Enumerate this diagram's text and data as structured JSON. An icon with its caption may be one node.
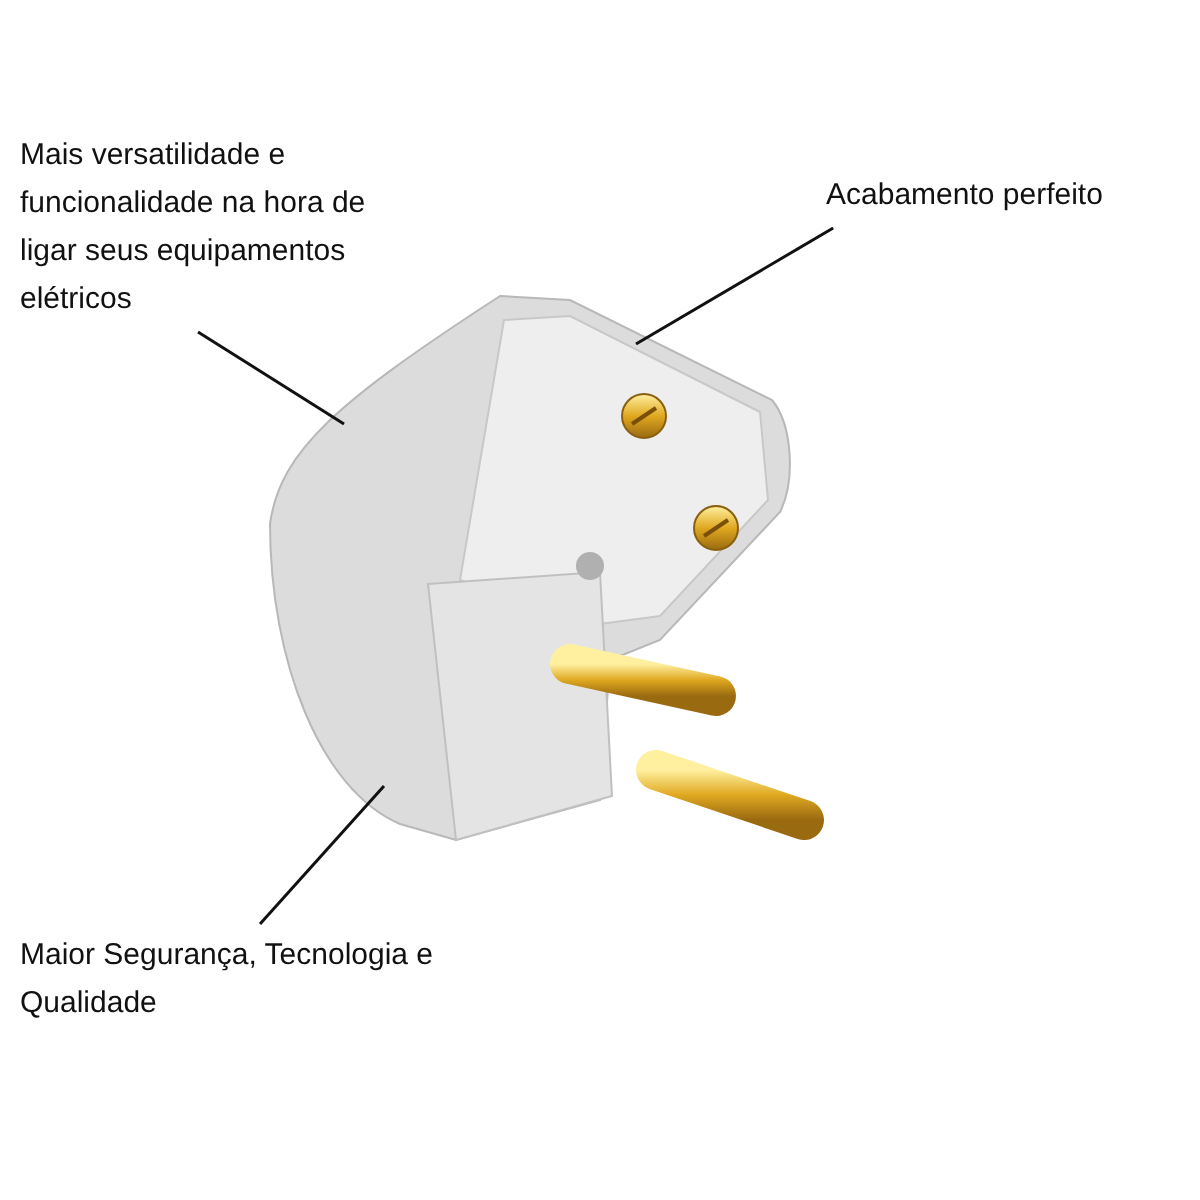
{
  "diagram": {
    "nodes": [
      {
        "text": [
          "Mais versatilidade e funcionalidade na hora de ligar seus equipamentos elétricos"
        ]
      },
      {
        "text": [
          "Acabamento perfeito"
        ]
      },
      {
        "text": [
          "Maior Segurança, Tecnologia e Qualidade"
        ]
      }
    ],
    "edges": [
      {
        "from": 0,
        "to": null,
        "arrow": "none"
      },
      {
        "from": 1,
        "to": null,
        "arrow": "none"
      },
      {
        "from": 2,
        "to": null,
        "arrow": "none"
      }
    ]
  }
}
